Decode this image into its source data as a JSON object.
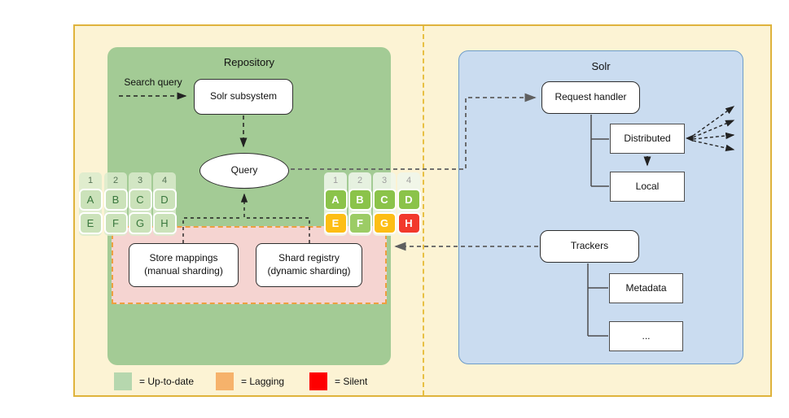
{
  "palette": {
    "canvas_border": "#dfb33c",
    "canvas_fill": "#fcf3d4",
    "repository_fill": "#a3cb95",
    "solr_fill": "#cadcf0",
    "stale_zone_fill": "#f5d4d1",
    "stale_zone_border": "#ee9f40",
    "status_up_to_date": "#8bc34a",
    "status_up_to_date_light": "#9ccc65",
    "status_lagging": "#fdbe14",
    "status_silent": "#f2392c"
  },
  "repository": {
    "title": "Repository",
    "search_query_label": "Search query",
    "solr_subsystem_label": "Solr subsystem",
    "query_label": "Query",
    "store_mappings_line1": "Store mappings",
    "store_mappings_line2": "(manual sharding)",
    "shard_registry_line1": "Shard registry",
    "shard_registry_line2": "(dynamic sharding)"
  },
  "solr": {
    "title": "Solr",
    "request_handler_label": "Request handler",
    "distributed_label": "Distributed",
    "local_label": "Local",
    "trackers_label": "Trackers",
    "metadata_label": "Metadata",
    "more_label": "..."
  },
  "repository_shards": {
    "columns": [
      {
        "number": "1",
        "top": "A",
        "bottom": "E"
      },
      {
        "number": "2",
        "top": "B",
        "bottom": "F"
      },
      {
        "number": "3",
        "top": "C",
        "bottom": "G"
      },
      {
        "number": "4",
        "top": "D",
        "bottom": "H"
      }
    ]
  },
  "solr_shards": {
    "columns": [
      {
        "number": "1",
        "top": "A",
        "top_status": "up-to-date",
        "bottom": "E",
        "bottom_status": "lagging"
      },
      {
        "number": "2",
        "top": "B",
        "top_status": "up-to-date",
        "bottom": "F",
        "bottom_status": "up-to-date-light"
      },
      {
        "number": "3",
        "top": "C",
        "top_status": "up-to-date",
        "bottom": "G",
        "bottom_status": "lagging"
      },
      {
        "number": "4",
        "top": "D",
        "top_status": "up-to-date",
        "bottom": "H",
        "bottom_status": "silent"
      }
    ]
  },
  "legend": {
    "items": [
      {
        "label": "= Up-to-date",
        "color": "#b6d7ae"
      },
      {
        "label": "= Lagging",
        "color": "#f6b26b"
      },
      {
        "label": "= Silent",
        "color": "#fe0000"
      }
    ]
  }
}
